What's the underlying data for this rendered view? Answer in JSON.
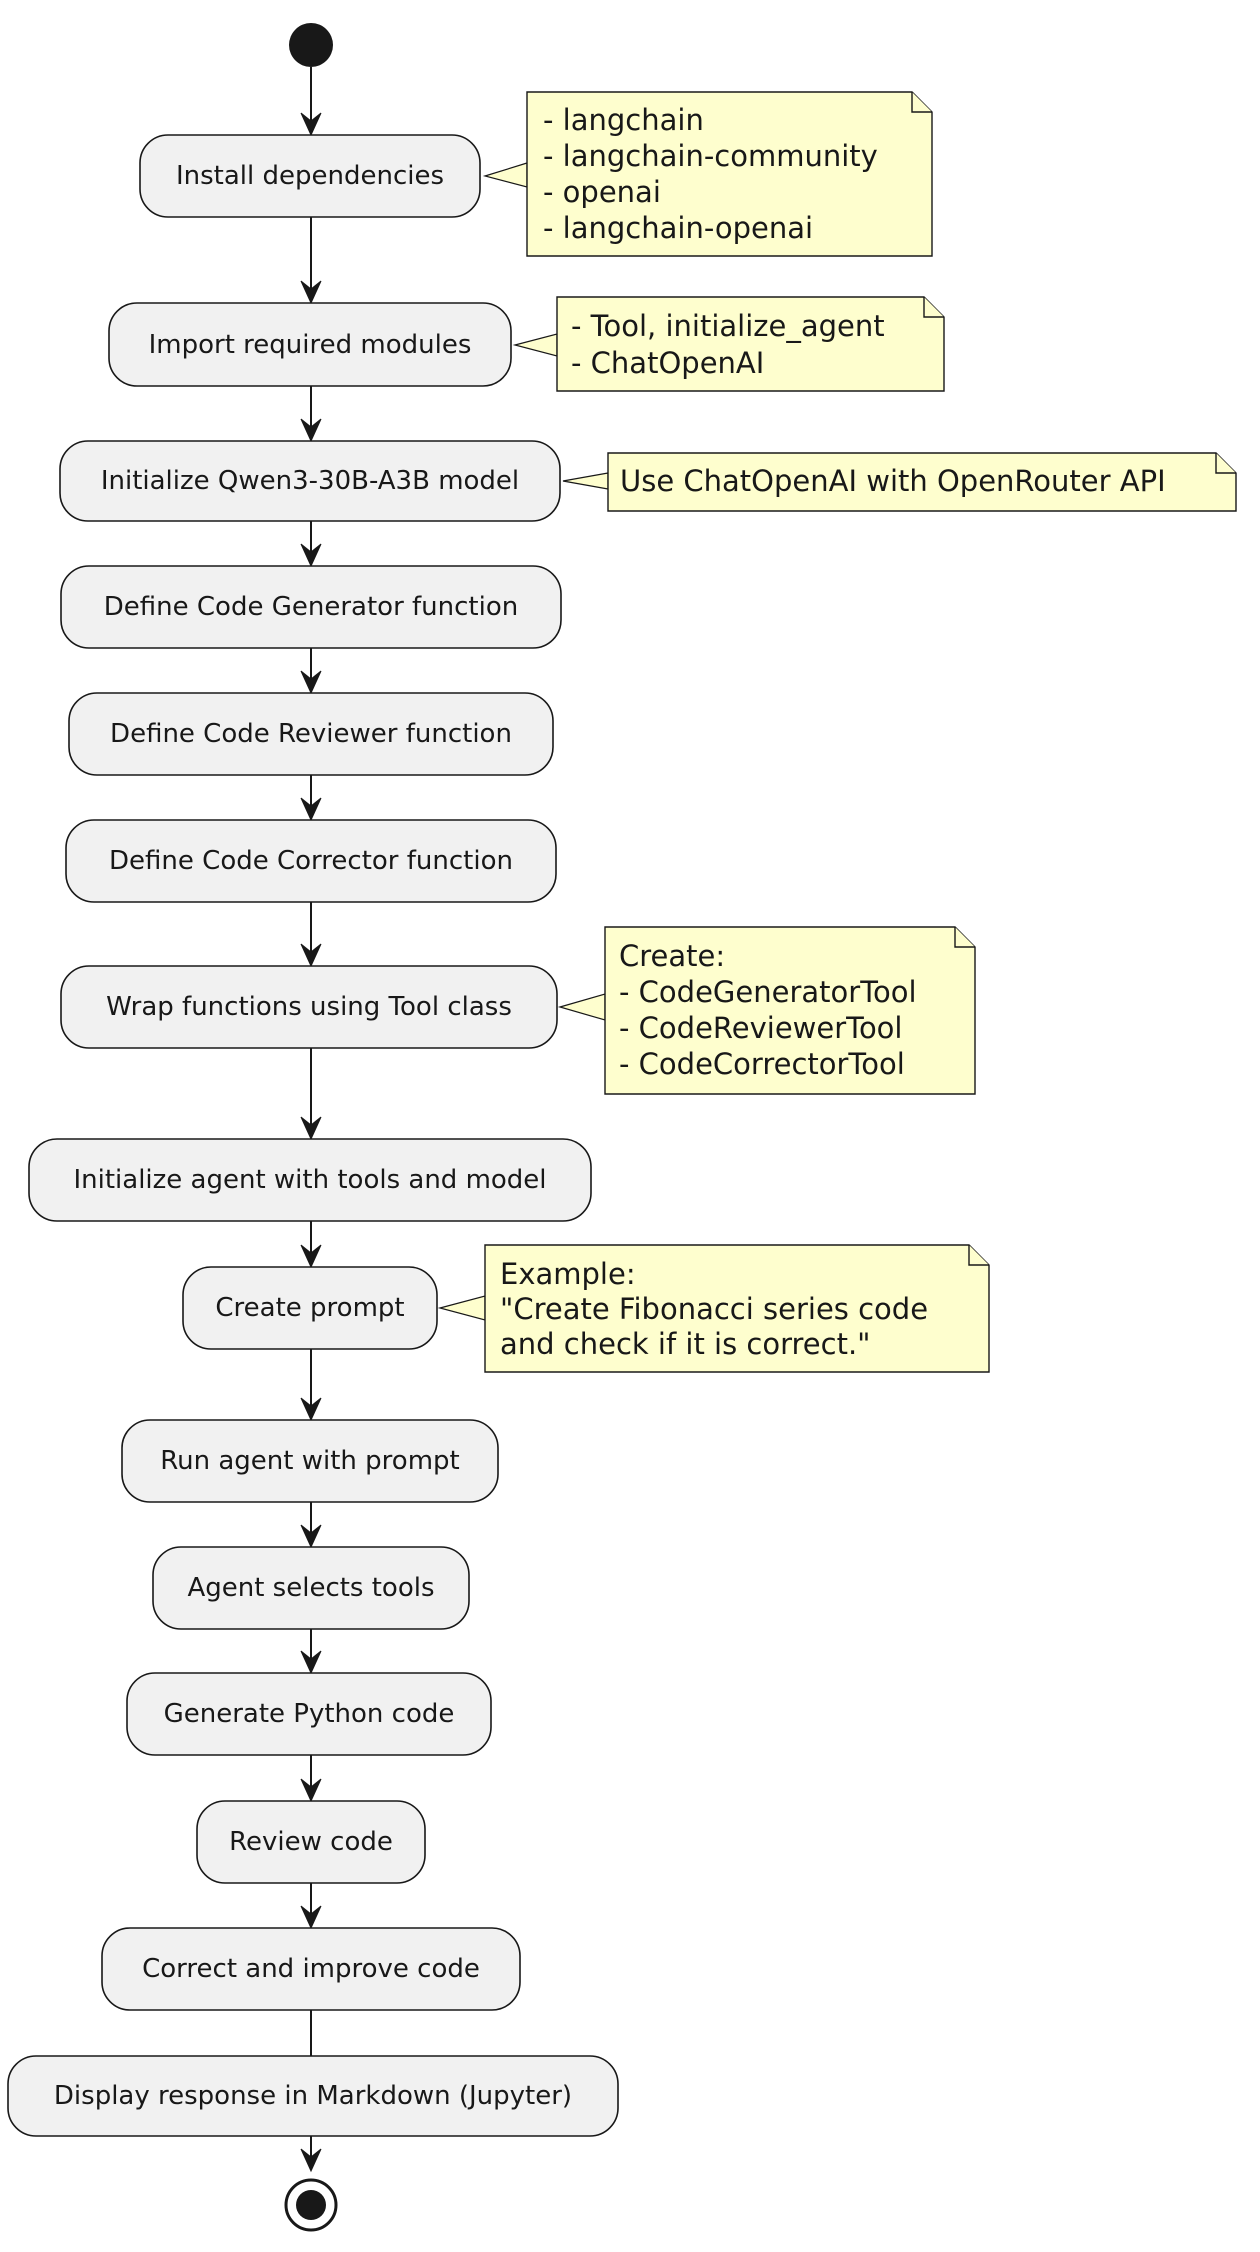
{
  "diagram": {
    "type": "activity",
    "steps": [
      {
        "id": "install",
        "label": "Install dependencies"
      },
      {
        "id": "import",
        "label": "Import required modules"
      },
      {
        "id": "init_model",
        "label": "Initialize Qwen3-30B-A3B model"
      },
      {
        "id": "def_generator",
        "label": "Define Code Generator function"
      },
      {
        "id": "def_reviewer",
        "label": "Define Code Reviewer function"
      },
      {
        "id": "def_corrector",
        "label": "Define Code Corrector function"
      },
      {
        "id": "wrap",
        "label": "Wrap functions using Tool class"
      },
      {
        "id": "init_agent",
        "label": "Initialize agent with tools and model"
      },
      {
        "id": "create_prompt",
        "label": "Create prompt"
      },
      {
        "id": "run_agent",
        "label": "Run agent with prompt"
      },
      {
        "id": "select_tools",
        "label": "Agent selects tools"
      },
      {
        "id": "generate",
        "label": "Generate Python code"
      },
      {
        "id": "review",
        "label": "Review code"
      },
      {
        "id": "correct",
        "label": "Correct and improve code"
      },
      {
        "id": "display",
        "label": "Display response in Markdown (Jupyter)"
      }
    ],
    "notes": [
      {
        "attached_to": "install",
        "lines": [
          "- langchain",
          "- langchain-community",
          "- openai",
          "- langchain-openai"
        ]
      },
      {
        "attached_to": "import",
        "lines": [
          "- Tool, initialize_agent",
          "- ChatOpenAI"
        ]
      },
      {
        "attached_to": "init_model",
        "lines": [
          "Use ChatOpenAI with OpenRouter API"
        ]
      },
      {
        "attached_to": "wrap",
        "lines": [
          "Create:",
          "- CodeGeneratorTool",
          "- CodeReviewerTool",
          "- CodeCorrectorTool"
        ]
      },
      {
        "attached_to": "create_prompt",
        "lines": [
          "Example:",
          "\"Create Fibonacci series code",
          "and check if it is correct.\""
        ]
      }
    ],
    "colors": {
      "node_fill": "#f1f1f1",
      "note_fill": "#fefece",
      "stroke": "#181818",
      "page_background": "#ffffff"
    }
  }
}
